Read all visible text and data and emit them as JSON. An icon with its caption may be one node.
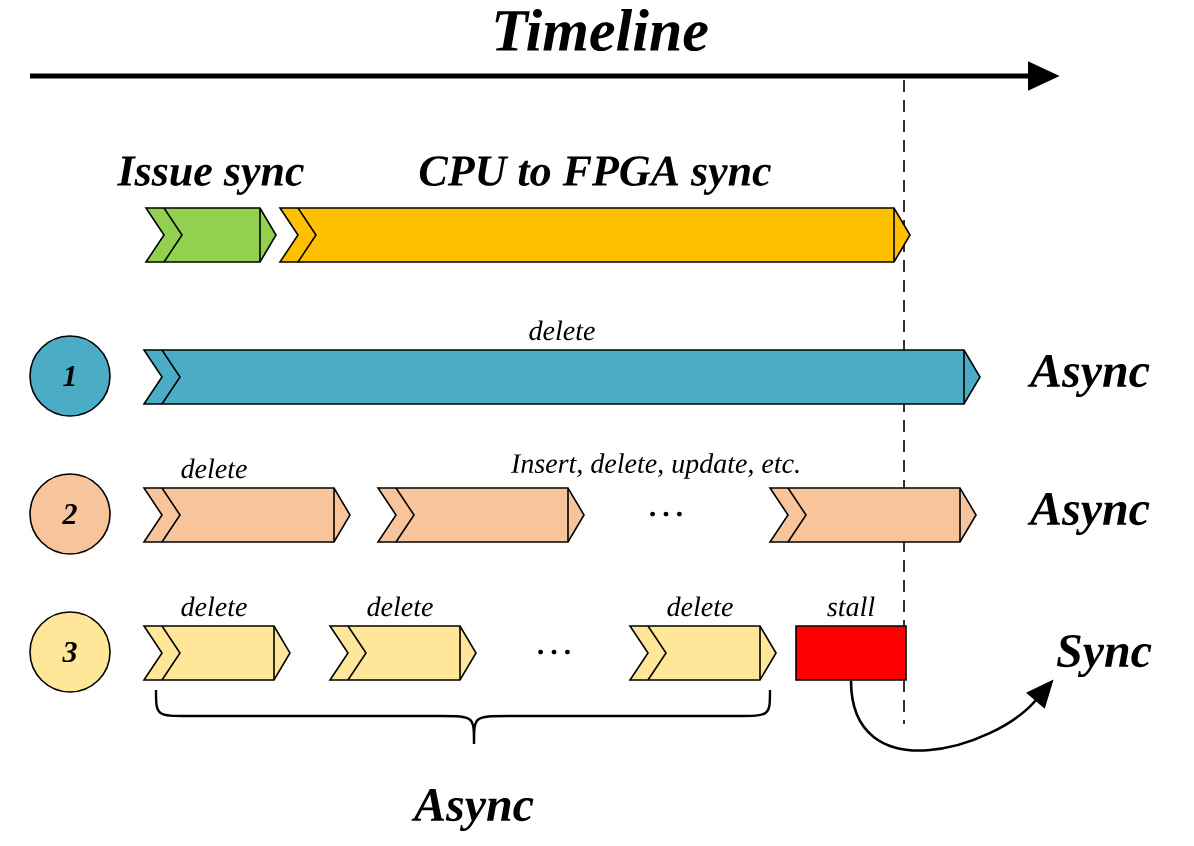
{
  "diagram": {
    "title": "Timeline",
    "nodes": [
      {
        "text": [
          "Issue sync"
        ]
      },
      {
        "text": [
          "CPU to FPGA sync"
        ]
      },
      {
        "text": [
          "1"
        ]
      },
      {
        "text": [
          "delete"
        ]
      },
      {
        "text": [
          "2"
        ]
      },
      {
        "text": [
          "delete"
        ]
      },
      {
        "text": [],
        "shape": "bar"
      },
      {
        "text": [],
        "shape": "bar"
      },
      {
        "text": [
          "3"
        ]
      },
      {
        "text": [
          "delete"
        ]
      },
      {
        "text": [
          "delete"
        ]
      },
      {
        "text": [
          "delete"
        ]
      },
      {
        "text": [
          "stall"
        ]
      },
      {
        "text": [
          "Sync"
        ]
      }
    ],
    "edges": [
      {
        "from": 12,
        "to": 13,
        "arrow": "to"
      }
    ],
    "labels": [
      "Async",
      "Insert, delete, update, etc.",
      "…",
      "Async",
      "…",
      "Async"
    ]
  }
}
